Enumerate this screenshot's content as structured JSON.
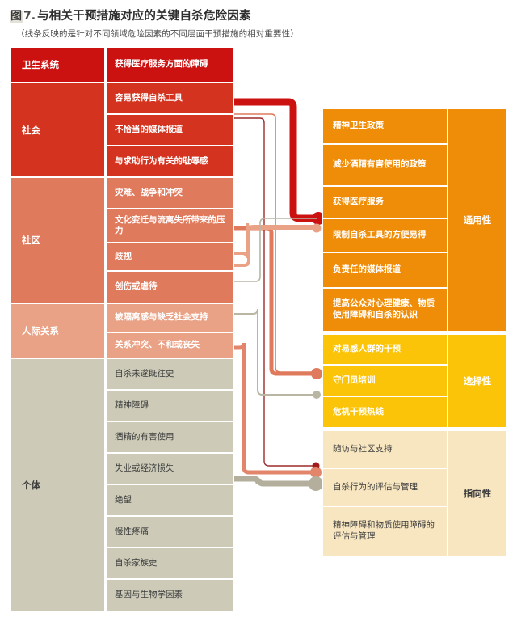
{
  "header": {
    "fig_badge": "图",
    "fig_num": "7.",
    "title": "与相关干预措施对应的关键自杀危险因素",
    "subtitle": "（线条反映的是针对不同领域危险因素的不同层面干预措施的相对重要性）"
  },
  "colors": {
    "health_system": "#cc1111",
    "society": "#d4341f",
    "community": "#e07a5c",
    "interpersonal": "#eaa286",
    "individual": "#cdcbb8",
    "universal": "#ef8c08",
    "selective": "#fbc408",
    "indicated": "#f7e6c0",
    "white": "#ffffff"
  },
  "domains": [
    {
      "label": "卫生系统",
      "color": "#cc1111",
      "text_color": "#ffffff"
    },
    {
      "label": "社会",
      "color": "#d4341f",
      "text_color": "#ffffff"
    },
    {
      "label": "社区",
      "color": "#e07a5c",
      "text_color": "#ffffff"
    },
    {
      "label": "人际关系",
      "color": "#eaa286",
      "text_color": "#ffffff"
    },
    {
      "label": "个体",
      "color": "#cdcbb8",
      "text_color": "#3c3c3c"
    }
  ],
  "risk_factors": [
    {
      "label": "获得医疗服务方面的障碍",
      "domain": "卫生系统",
      "color": "#cc1111",
      "text_color": "#ffffff"
    },
    {
      "label": "容易获得自杀工具",
      "domain": "社会",
      "color": "#d4341f",
      "text_color": "#ffffff"
    },
    {
      "label": "不恰当的媒体报道",
      "domain": "社会",
      "color": "#d4341f",
      "text_color": "#ffffff"
    },
    {
      "label": "与求助行为有关的耻辱感",
      "domain": "社会",
      "color": "#d4341f",
      "text_color": "#ffffff"
    },
    {
      "label": "灾难、战争和冲突",
      "domain": "社区",
      "color": "#e07a5c",
      "text_color": "#ffffff"
    },
    {
      "label": "文化变迁与流离失所带来的压力",
      "domain": "社区",
      "color": "#e07a5c",
      "text_color": "#ffffff"
    },
    {
      "label": "歧视",
      "domain": "社区",
      "color": "#e07a5c",
      "text_color": "#ffffff"
    },
    {
      "label": "创伤或虐待",
      "domain": "社区",
      "color": "#e07a5c",
      "text_color": "#ffffff"
    },
    {
      "label": "被隔离感与缺乏社会支持",
      "domain": "人际关系",
      "color": "#eaa286",
      "text_color": "#ffffff"
    },
    {
      "label": "关系冲突、不和或丧失",
      "domain": "人际关系",
      "color": "#eaa286",
      "text_color": "#ffffff"
    },
    {
      "label": "自杀未遂既往史",
      "domain": "个体",
      "color": "#cdcbb8",
      "text_color": "#3c3c3c"
    },
    {
      "label": "精神障碍",
      "domain": "个体",
      "color": "#cdcbb8",
      "text_color": "#3c3c3c"
    },
    {
      "label": "酒精的有害使用",
      "domain": "个体",
      "color": "#cdcbb8",
      "text_color": "#3c3c3c"
    },
    {
      "label": "失业或经济损失",
      "domain": "个体",
      "color": "#cdcbb8",
      "text_color": "#3c3c3c"
    },
    {
      "label": "绝望",
      "domain": "个体",
      "color": "#cdcbb8",
      "text_color": "#3c3c3c"
    },
    {
      "label": "慢性疼痛",
      "domain": "个体",
      "color": "#cdcbb8",
      "text_color": "#3c3c3c"
    },
    {
      "label": "自杀家族史",
      "domain": "个体",
      "color": "#cdcbb8",
      "text_color": "#3c3c3c"
    },
    {
      "label": "基因与生物学因素",
      "domain": "个体",
      "color": "#cdcbb8",
      "text_color": "#3c3c3c"
    }
  ],
  "interventions": [
    {
      "label": "精神卫生政策",
      "level": "通用性",
      "color": "#ef8c08",
      "text_color": "#ffffff"
    },
    {
      "label": "减少酒精有害使用的政策",
      "level": "通用性",
      "color": "#ef8c08",
      "text_color": "#ffffff"
    },
    {
      "label": "获得医疗服务",
      "level": "通用性",
      "color": "#ef8c08",
      "text_color": "#ffffff"
    },
    {
      "label": "限制自杀工具的方便易得",
      "level": "通用性",
      "color": "#ef8c08",
      "text_color": "#ffffff"
    },
    {
      "label": "负责任的媒体报道",
      "level": "通用性",
      "color": "#ef8c08",
      "text_color": "#ffffff"
    },
    {
      "label": "提高公众对心理健康、物质使用障碍和自杀的认识",
      "level": "通用性",
      "color": "#ef8c08",
      "text_color": "#ffffff"
    },
    {
      "label": "对易感人群的干预",
      "level": "选择性",
      "color": "#fbc408",
      "text_color": "#ffffff"
    },
    {
      "label": "守门员培训",
      "level": "选择性",
      "color": "#fbc408",
      "text_color": "#ffffff"
    },
    {
      "label": "危机干预热线",
      "level": "选择性",
      "color": "#fbc408",
      "text_color": "#ffffff"
    },
    {
      "label": "随访与社区支持",
      "level": "指向性",
      "color": "#f7e6c0",
      "text_color": "#3c3c3c"
    },
    {
      "label": "自杀行为的评估与管理",
      "level": "指向性",
      "color": "#f7e6c0",
      "text_color": "#3c3c3c"
    },
    {
      "label": "精神障碍和物质使用障碍的评估与管理",
      "level": "指向性",
      "color": "#f7e6c0",
      "text_color": "#3c3c3c"
    }
  ],
  "levels": [
    {
      "label": "通用性",
      "color": "#ef8c08",
      "text_color": "#ffffff"
    },
    {
      "label": "选择性",
      "color": "#fbc408",
      "text_color": "#ffffff"
    },
    {
      "label": "指向性",
      "color": "#f7e6c0",
      "text_color": "#3c3c3c"
    }
  ],
  "connectors": [
    {
      "from": "卫生系统",
      "to": "限制自杀工具的方便易得",
      "color": "#cc1111",
      "width": 9
    },
    {
      "from": "社会",
      "to": "对易感人群的干预",
      "color": "#e07a5c",
      "width": 5
    },
    {
      "from": "社会",
      "to": "自杀行为的评估与管理",
      "color": "#9e2a2a",
      "width": 1.4
    },
    {
      "from": "社区",
      "to": "限制自杀工具的方便易得",
      "color": "#eaa286",
      "width": 4
    },
    {
      "from": "社区",
      "to": "守门员培训",
      "color": "#b9b6a4",
      "width": 2
    },
    {
      "from": "人际关系",
      "to": "对易感人群的干预",
      "color": "#e07a5c",
      "width": 5
    },
    {
      "from": "个体",
      "to": "精神障碍和物质使用障碍的评估与管理",
      "color": "#b3af9c",
      "width": 7
    }
  ]
}
